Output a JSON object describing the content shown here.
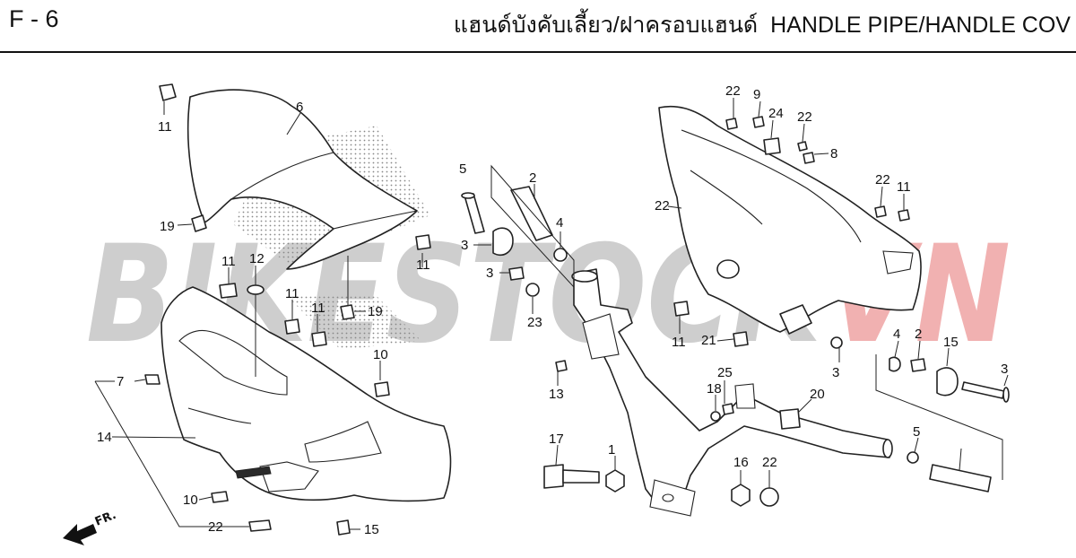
{
  "header": {
    "page_code": "F - 6",
    "title_th": "แฮนด์บังคับเลี้ยว/ฝาครอบแฮนด์",
    "title_en": "HANDLE PIPE/HANDLE COV"
  },
  "watermark": {
    "left": "BIKESTOCK",
    "right": "VN"
  },
  "fr_label": "FR.",
  "colors": {
    "watermark_gray": "#c9c9c9",
    "watermark_red": "#f0a9a9",
    "line": "#222222"
  },
  "callouts": [
    "11",
    "6",
    "19",
    "12",
    "11",
    "11",
    "11",
    "19",
    "11",
    "10",
    "7",
    "14",
    "10",
    "22",
    "15",
    "5",
    "2",
    "3",
    "4",
    "3",
    "23",
    "13",
    "17",
    "1",
    "20",
    "25",
    "18",
    "16",
    "22",
    "22",
    "9",
    "24",
    "22",
    "8",
    "22",
    "22",
    "11",
    "11",
    "21",
    "3",
    "4",
    "2",
    "15",
    "3",
    "5"
  ]
}
